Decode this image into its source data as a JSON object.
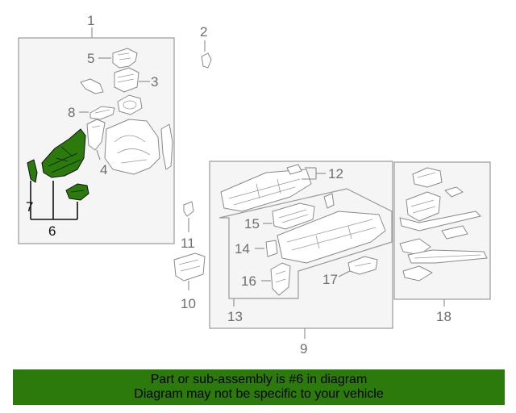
{
  "highlight_color": "#2b7a0b",
  "callouts": {
    "c1": "1",
    "c2": "2",
    "c3": "3",
    "c4": "4",
    "c5": "5",
    "c6": "6",
    "c7": "7",
    "c8": "8",
    "c9": "9",
    "c10": "10",
    "c11": "11",
    "c12": "12",
    "c13": "13",
    "c14": "14",
    "c15": "15",
    "c16": "16",
    "c17": "17",
    "c18": "18"
  },
  "banner": {
    "line1": "Part or sub-assembly is #6 in diagram",
    "line2": "Diagram may not be specific to your vehicle",
    "background": "#2b7a0b"
  }
}
